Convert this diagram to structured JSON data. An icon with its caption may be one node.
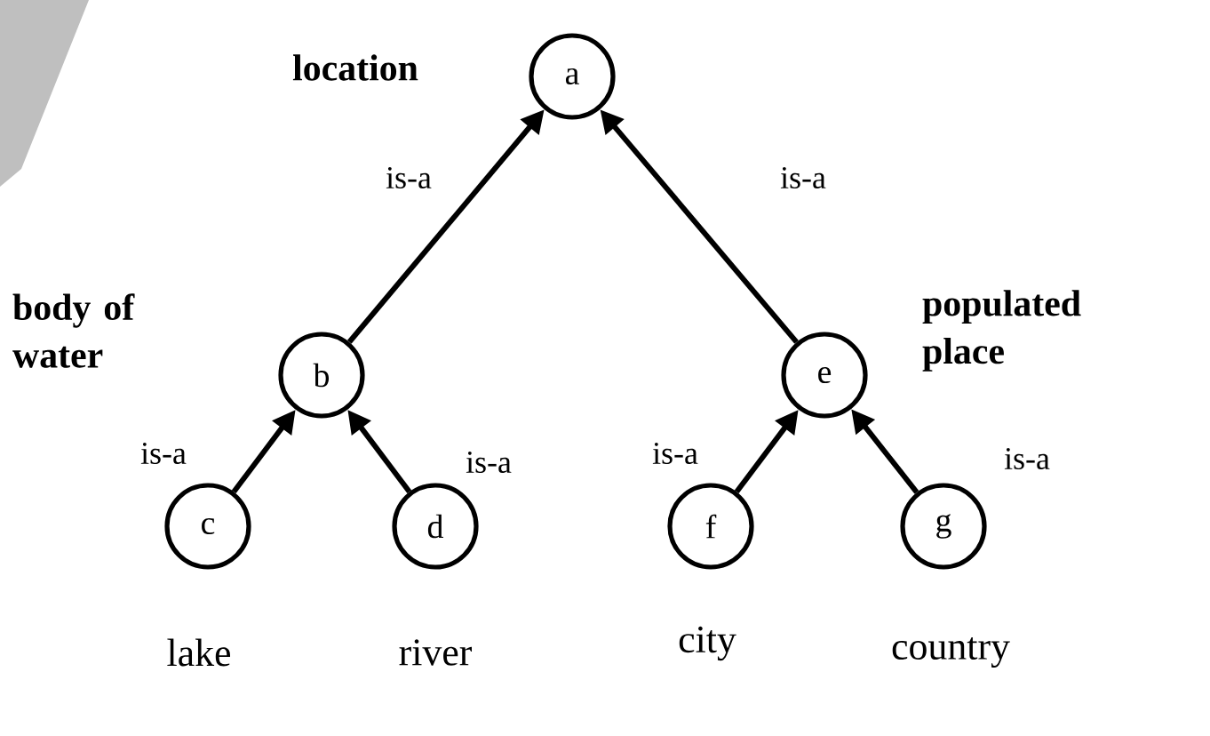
{
  "diagram": {
    "nodes": [
      {
        "text": [
          "a"
        ],
        "beside": [
          "location"
        ]
      },
      {
        "text": [
          "b"
        ],
        "beside": [
          "body of water"
        ]
      },
      {
        "text": [
          "c"
        ],
        "beside": [
          "lake"
        ]
      },
      {
        "text": [
          "d"
        ],
        "beside": [
          "river"
        ]
      },
      {
        "text": [
          "e"
        ],
        "beside": [
          "populated place"
        ]
      },
      {
        "text": [
          "f"
        ],
        "beside": [
          "city"
        ]
      },
      {
        "text": [
          "g"
        ],
        "beside": [
          "country"
        ]
      }
    ],
    "edges": [
      {
        "from": 1,
        "to": 0,
        "arrow": "to",
        "label": "is-a"
      },
      {
        "from": 4,
        "to": 0,
        "arrow": "to",
        "label": "is-a"
      },
      {
        "from": 2,
        "to": 1,
        "arrow": "to",
        "label": "is-a"
      },
      {
        "from": 3,
        "to": 1,
        "arrow": "to",
        "label": "is-a"
      },
      {
        "from": 5,
        "to": 4,
        "arrow": "to",
        "label": "is-a"
      },
      {
        "from": 6,
        "to": 4,
        "arrow": "to",
        "label": "is-a"
      }
    ]
  }
}
